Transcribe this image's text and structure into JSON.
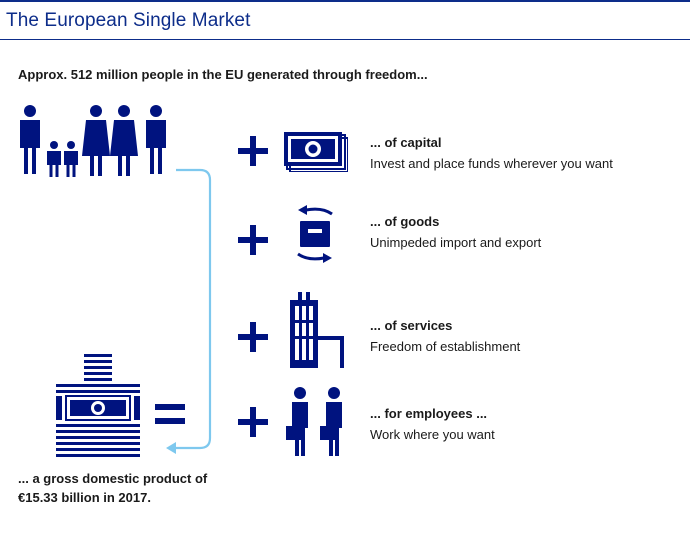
{
  "header": {
    "title": "The European Single Market"
  },
  "intro": "Approx. 512 million people in the EU generated through freedom...",
  "freedoms": [
    {
      "heading": "... of capital",
      "description": "Invest and place funds wherever you want",
      "icon": "money-stack-icon"
    },
    {
      "heading": "... of goods",
      "description": "Unimpeded import and export",
      "icon": "package-exchange-icon"
    },
    {
      "heading": "... of services",
      "description": "Freedom of establishment",
      "icon": "office-building-icon"
    },
    {
      "heading": "... for employees ...",
      "description": "Work where you want",
      "icon": "workers-briefcase-icon"
    }
  ],
  "result": {
    "line1": "... a gross domestic product of",
    "line2": "€15.33 billion in 2017."
  },
  "colors": {
    "accent": "#00137f",
    "title": "#0d2d8a",
    "arrow": "#7ec8ee",
    "text": "#1a1a1a"
  }
}
